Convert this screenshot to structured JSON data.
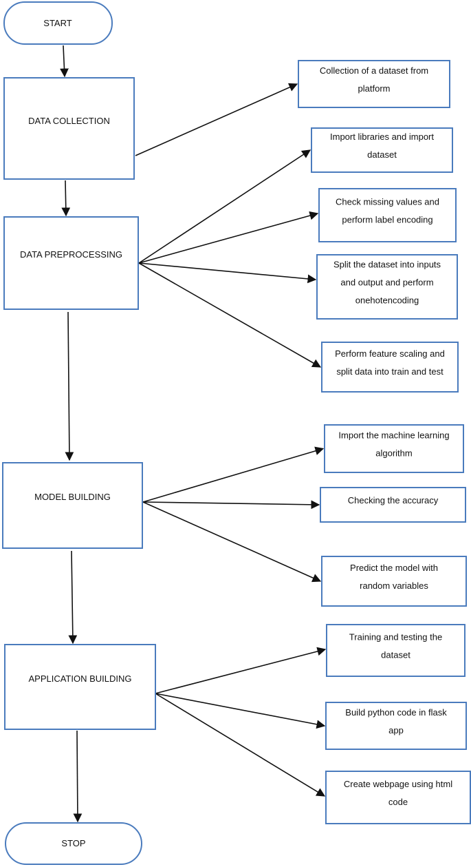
{
  "diagram": {
    "terminals": {
      "start": "START",
      "stop": "STOP"
    },
    "stages": [
      {
        "label": "DATA COLLECTION",
        "steps": [
          [
            "Collection of a dataset from",
            "platform"
          ]
        ]
      },
      {
        "label": "DATA PREPROCESSING",
        "steps": [
          [
            "Import libraries and import",
            "dataset"
          ],
          [
            "Check missing values and",
            "perform label encoding"
          ],
          [
            "Split the dataset into inputs",
            "and output and perform",
            "onehotencoding"
          ],
          [
            "Perform feature scaling and",
            "split data into train and test"
          ]
        ]
      },
      {
        "label": "MODEL BUILDING",
        "steps": [
          [
            "Import the machine learning",
            "algorithm"
          ],
          [
            "Checking the accuracy"
          ],
          [
            "Predict the model with",
            "random variables"
          ]
        ]
      },
      {
        "label": "APPLICATION BUILDING",
        "steps": [
          [
            "Training and testing the",
            "dataset"
          ],
          [
            "Build python code in flask",
            "app"
          ],
          [
            "Create webpage using html",
            "code"
          ]
        ]
      }
    ],
    "colors": {
      "box_border": "#4a7bbd",
      "arrow": "#111111",
      "text": "#111111"
    }
  }
}
